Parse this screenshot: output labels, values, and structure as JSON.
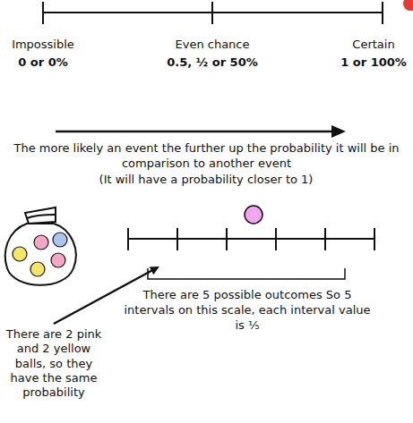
{
  "diagram": {
    "labels": [
      "Impossible",
      "0 or 0%",
      "Even chance",
      "0.5, ½ or 50%",
      "Certain",
      "1 or 100%",
      "The more likely an event the further up the probability it will be in comparison to another event",
      "(It will have a probability closer to 1)",
      "There are 2 pink and 2 yellow balls, so they have the same probability",
      "There are 5 possible outcomes So 5 intervals on this scale, each interval value is ⅕"
    ]
  }
}
